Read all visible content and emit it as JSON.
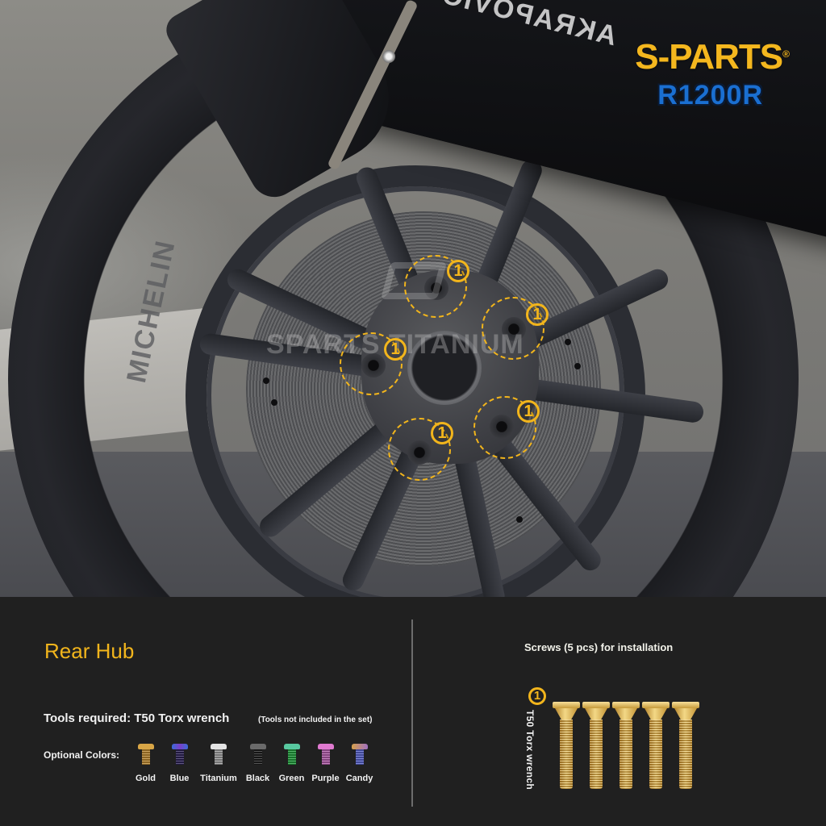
{
  "brand": {
    "name": "S-PARTS",
    "registered_mark": "®",
    "model": "R1200R",
    "colors": {
      "name": "#f4b71e",
      "model": "#1a6fd1"
    }
  },
  "photo": {
    "watermark": "SPARTS TITANIUM",
    "exhaust_brand_text": "AKRAPOVIC",
    "tire_text": "MICHELIN",
    "markers": [
      {
        "label": "1",
        "position": "top"
      },
      {
        "label": "1",
        "position": "upper-right"
      },
      {
        "label": "1",
        "position": "left"
      },
      {
        "label": "1",
        "position": "lower-right"
      },
      {
        "label": "1",
        "position": "bottom"
      }
    ],
    "marker_color": "#f2b51c"
  },
  "panel": {
    "title": "Rear Hub",
    "tools_required": "Tools required: T50 Torx wrench",
    "tools_note": "(Tools not included in the set)",
    "optional_colors_label": "Optional Colors:",
    "optional_colors": [
      {
        "name": "Gold",
        "head": "#d9a646",
        "shank": "#b9852e"
      },
      {
        "name": "Blue",
        "head": "#5a3fb8",
        "shank": "#2c2156"
      },
      {
        "name": "Titanium",
        "head": "#e4e4e4",
        "shank": "#9a9a9a"
      },
      {
        "name": "Black",
        "head": "#6a6a6a",
        "shank": "#1c1c1c"
      },
      {
        "name": "Green",
        "head": "#58c9a0",
        "shank": "#1f9a3a"
      },
      {
        "name": "Purple",
        "head": "#e07ad0",
        "shank": "#b05aa8"
      },
      {
        "name": "Candy",
        "head": "#d6a04a",
        "shank": "#5560c8"
      }
    ],
    "screws_title": "Screws (5 pcs) for installation",
    "screws_badge": "1",
    "screws_tool": "T50 Torx wrench",
    "screw_count": 5,
    "accent_color": "#f2b51c"
  }
}
